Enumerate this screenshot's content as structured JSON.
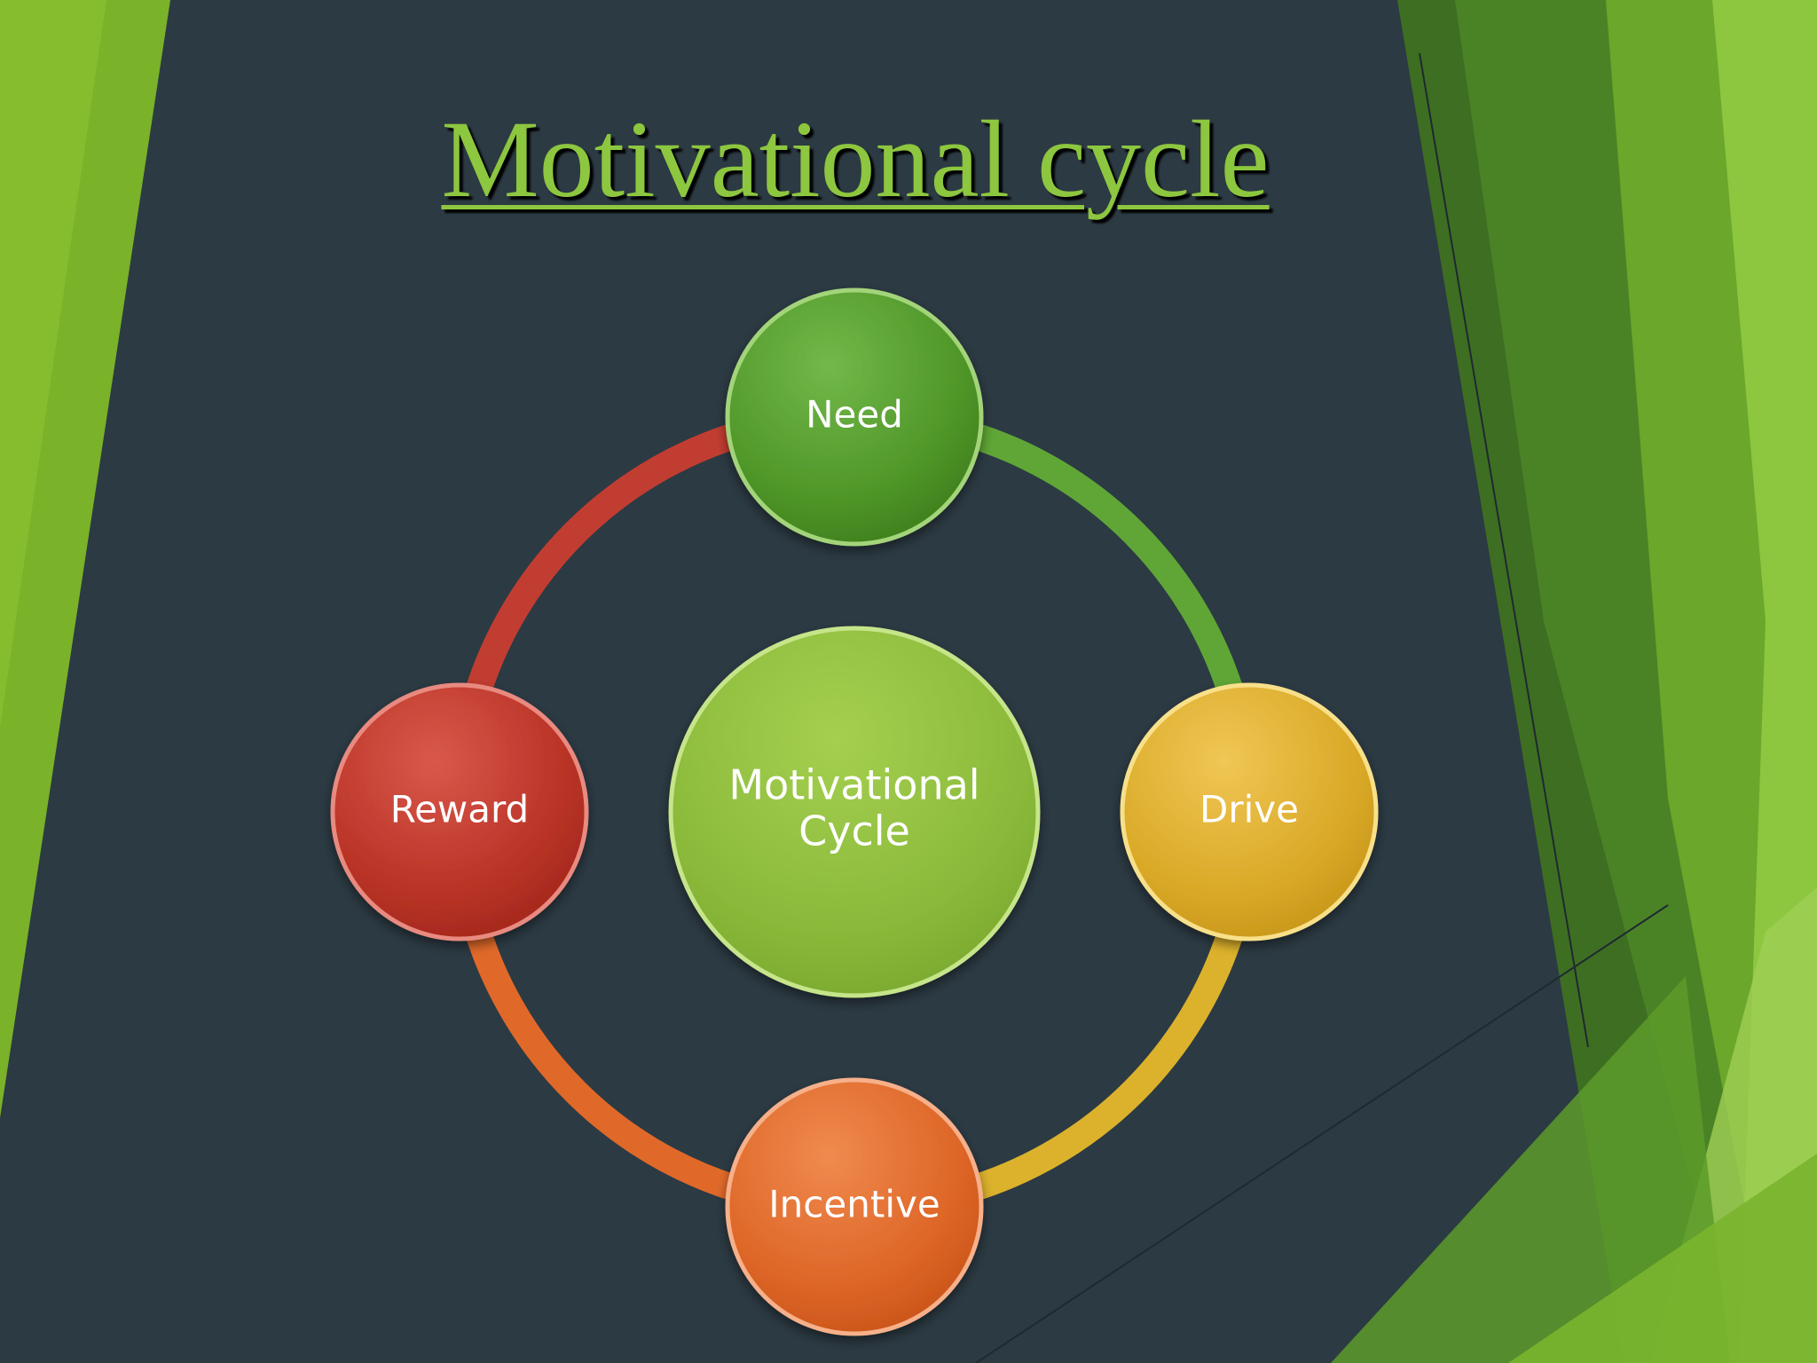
{
  "slide": {
    "title": "Motivational cycle"
  },
  "diagram": {
    "center_label": [
      "Motivational",
      "Cycle"
    ],
    "nodes": [
      {
        "label": "Need",
        "color": "#5aa132"
      },
      {
        "label": "Drive",
        "color": "#e0b12b"
      },
      {
        "label": "Incentive",
        "color": "#e06a28"
      },
      {
        "label": "Reward",
        "color": "#bf352c"
      }
    ],
    "center_color": "#8cbd3b"
  },
  "theme": {
    "background": "#2c3a43",
    "accent_green": "#8dc63f",
    "dark_green": "#3f6f22"
  }
}
